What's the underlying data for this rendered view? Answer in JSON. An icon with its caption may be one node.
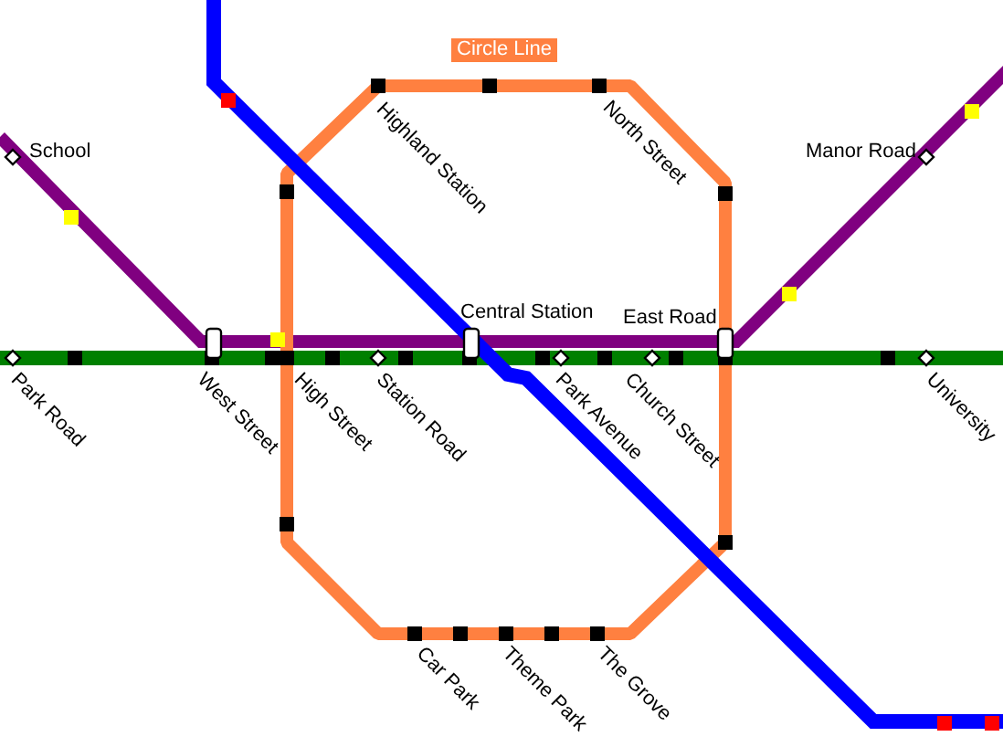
{
  "diagram": {
    "nodes": [
      {
        "text": [
          "Circle Line"
        ]
      }
    ],
    "labels": [
      "School",
      "Highland Station",
      "North Street",
      "Manor Road",
      "Central Station",
      "East Road",
      "Park Road",
      "West Street",
      "High Street",
      "Station Road",
      "Park Avenue",
      "Church Street",
      "University",
      "Car Park",
      "Theme Park",
      "The Grove"
    ]
  }
}
